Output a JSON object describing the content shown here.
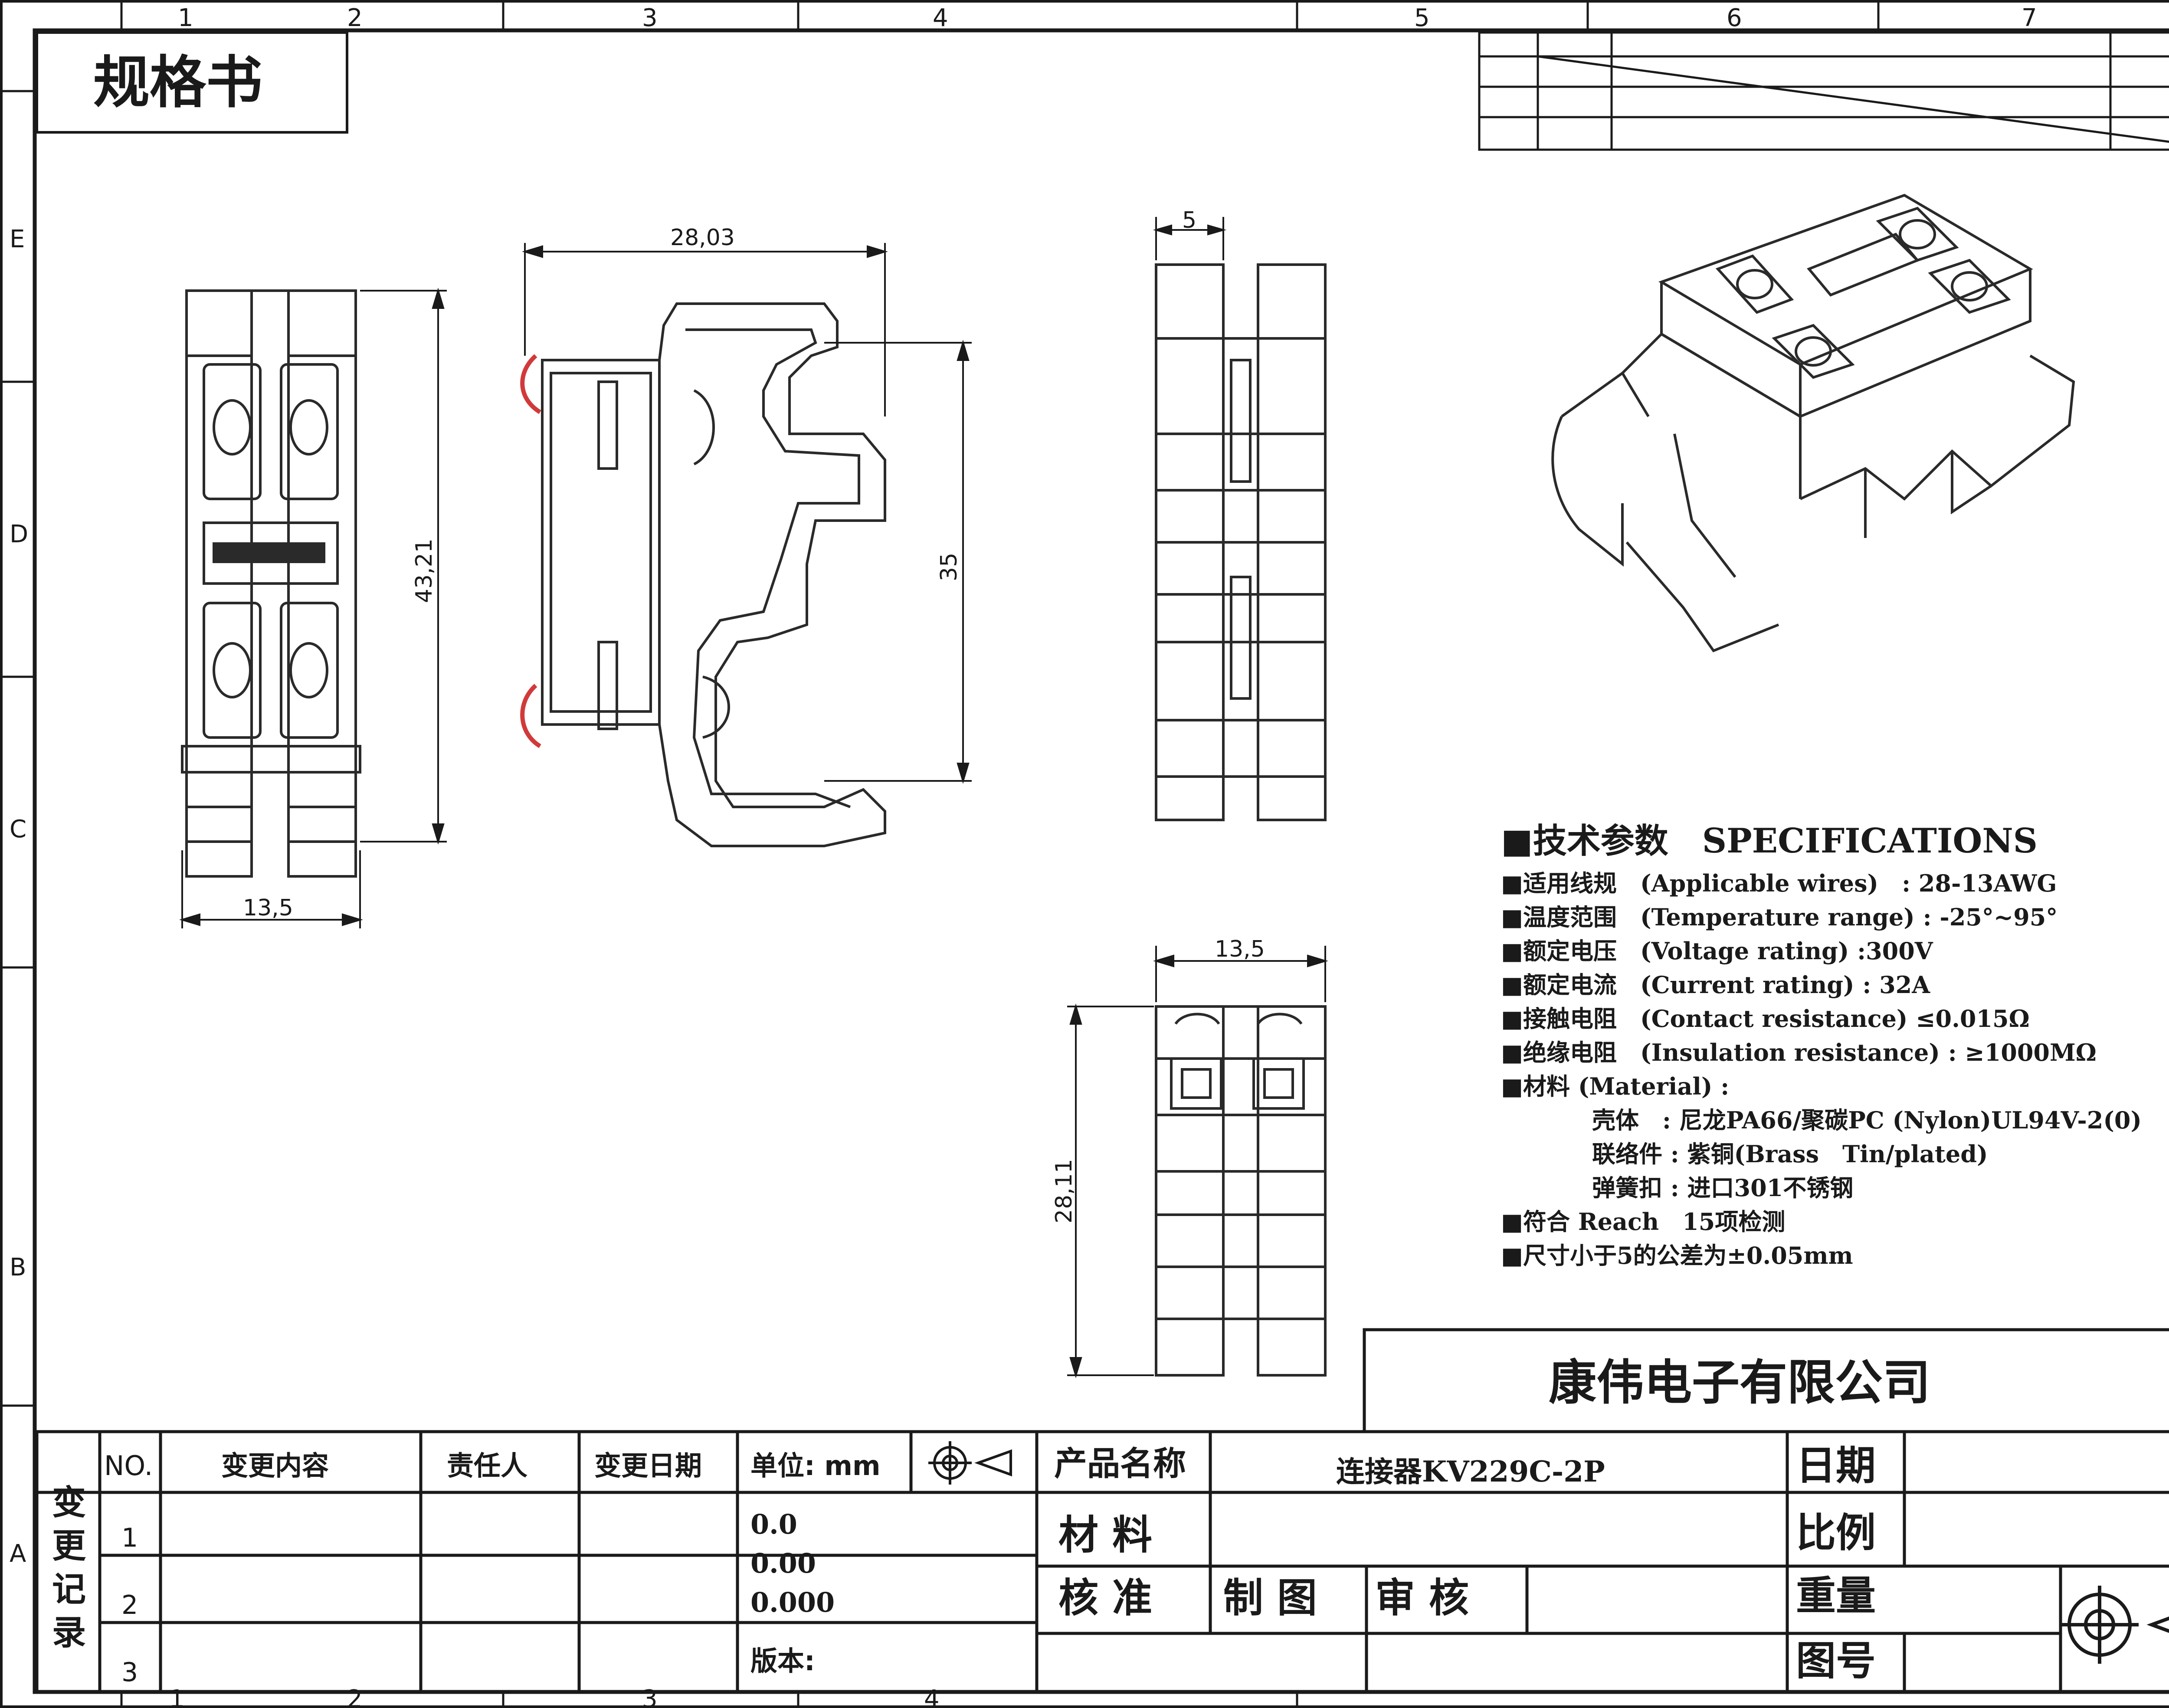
{
  "sheet": {
    "title": "规格书",
    "top_columns": [
      "1",
      "2",
      "3",
      "4",
      "5",
      "6",
      "7"
    ],
    "bottom_columns": [
      "1",
      "2",
      "3",
      "4"
    ],
    "side_rows": [
      "E",
      "D",
      "C",
      "B",
      "A"
    ]
  },
  "dimensions": {
    "front_width": "13,5",
    "front_height": "43,21",
    "side_width": "28,03",
    "rail_height": "35",
    "edge_width": "5",
    "bottom_width": "13,5",
    "bottom_height": "28,11"
  },
  "specifications": {
    "heading": "■技术参数　SPECIFICATIONS",
    "lines": [
      "■适用线规　(Applicable wires)　: 28-13AWG",
      "■温度范围　(Temperature range) : -25°~95°",
      "■额定电压　(Voltage rating) :300V",
      "■额定电流　(Current rating) : 32A",
      "■接触电阻　(Contact resistance) ≤0.015Ω",
      "■绝缘电阻　(Insulation resistance) : ≥1000MΩ",
      "■材料 (Material) :",
      "壳体　: 尼龙PA66/聚碳PC (Nylon)UL94V-2(0)",
      "联络件 : 紫铜(Brass　Tin/plated)",
      "弹簧扣 : 进口301不锈钢",
      "■符合 Reach　15项检测",
      "■尺寸小于5的公差为±0.05mm"
    ]
  },
  "title_block": {
    "company": "康伟电子有限公司",
    "change_record": "变更记录",
    "headers": {
      "no": "NO.",
      "content": "变更内容",
      "person": "责任人",
      "date": "变更日期",
      "unit": "单位: mm",
      "product_name": "产品名称",
      "product_value": "连接器KV229C-2P",
      "date_label": "日期",
      "material": "材 料",
      "scale": "比例",
      "approve": "核 准",
      "draw": "制 图",
      "review": "审 核",
      "weight": "重量",
      "drawing_no": "图号",
      "version": "版本:"
    },
    "rows": [
      "1",
      "2",
      "3"
    ],
    "tolerances": [
      "0.0",
      "0.00",
      "0.000"
    ]
  }
}
